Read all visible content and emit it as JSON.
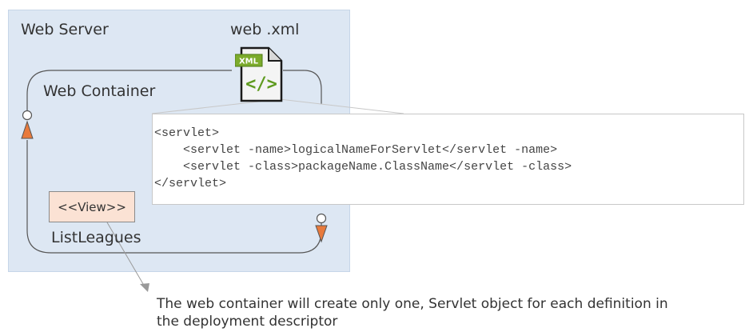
{
  "web_server": {
    "label": "Web Server",
    "descriptor_label": "web .xml"
  },
  "web_container": {
    "label": "Web Container"
  },
  "xml_icon": {
    "badge": "XML",
    "glyph": "</>",
    "icon_name": "xml-file-icon",
    "badge_color": "#7cab2b",
    "glyph_color": "#5e9a1e"
  },
  "code_snippet": {
    "lines": [
      "<servlet>",
      "    <servlet -name>logicalNameForServlet</servlet -name>",
      "    <servlet -class>packageName.ClassName</servlet -class>",
      "</servlet>"
    ]
  },
  "view": {
    "stereotype": "<<View>>",
    "name": "ListLeagues"
  },
  "caption": {
    "text": "The web container will create only one, Servlet object for each definition in the deployment descriptor"
  },
  "colors": {
    "server_background": "#dde7f3",
    "view_fill": "#fbe2d4",
    "arrow_orange": "#e87a3c"
  }
}
